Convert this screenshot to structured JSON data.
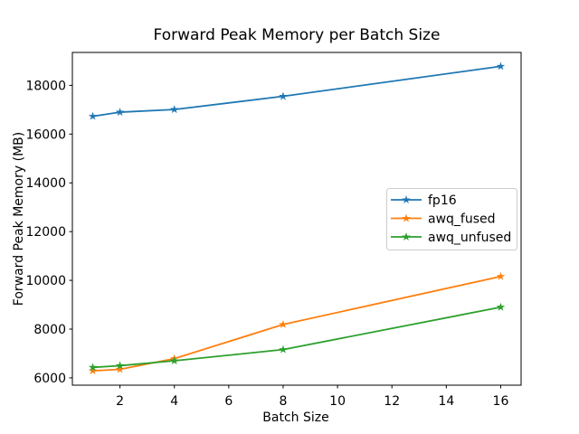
{
  "figure": {
    "title": "Forward Peak Memory per Batch Size",
    "xlabel": "Batch Size",
    "ylabel": "Forward Peak Memory (MB)"
  },
  "chart_data": {
    "type": "line",
    "title": "Forward Peak Memory per Batch Size",
    "xlabel": "Batch Size",
    "ylabel": "Forward Peak Memory (MB)",
    "x": [
      1,
      2,
      4,
      8,
      16
    ],
    "series": [
      {
        "name": "fp16",
        "color": "#1f77b4",
        "marker": "star",
        "values": [
          16730,
          16900,
          17010,
          17550,
          18780
        ]
      },
      {
        "name": "awq_fused",
        "color": "#ff7f0e",
        "marker": "star",
        "values": [
          6290,
          6350,
          6790,
          8190,
          10160
        ]
      },
      {
        "name": "awq_unfused",
        "color": "#2ca02c",
        "marker": "star",
        "values": [
          6430,
          6500,
          6700,
          7160,
          8900
        ]
      }
    ],
    "xticks": [
      2,
      4,
      6,
      8,
      10,
      12,
      14,
      16
    ],
    "yticks": [
      6000,
      8000,
      10000,
      12000,
      14000,
      16000,
      18000
    ],
    "xlim": [
      0.25,
      16.75
    ],
    "ylim": [
      5700,
      19350
    ],
    "grid": false,
    "legend": {
      "position": "center-right",
      "entries": [
        "fp16",
        "awq_fused",
        "awq_unfused"
      ]
    },
    "frame_color": "#000000",
    "background_color": "#ffffff"
  }
}
